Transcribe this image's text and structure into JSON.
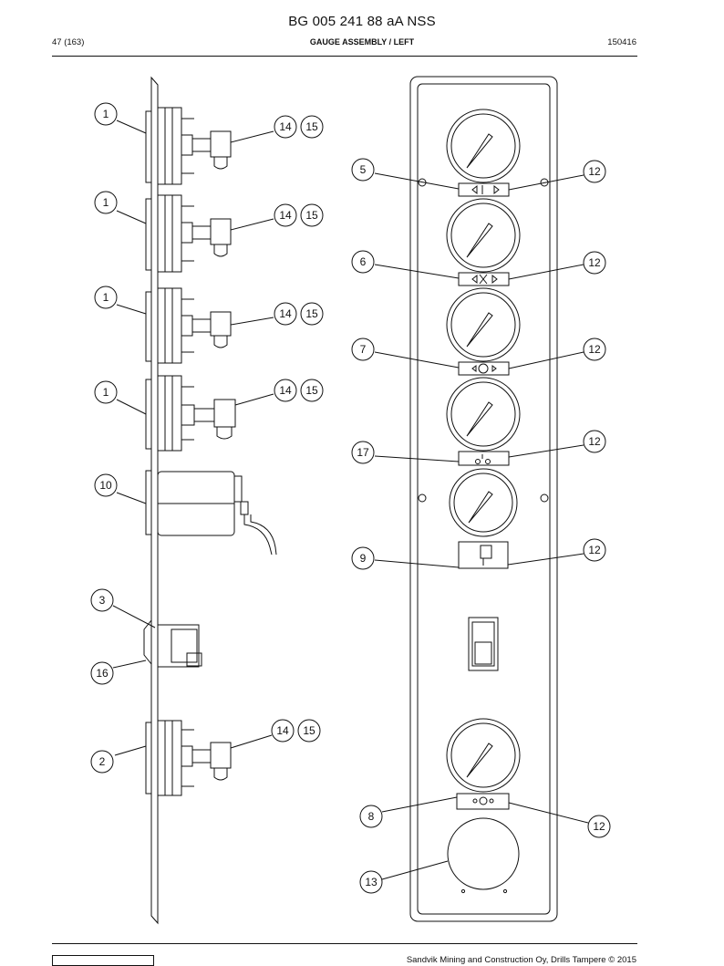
{
  "document": {
    "title": "BG 005 241 88 aA NSS",
    "page": "47 (163)",
    "section": "GAUGE ASSEMBLY / LEFT",
    "date_code": "150416"
  },
  "footer": {
    "copyright": "Sandvik Mining and Construction Oy, Drills Tampere © 2015"
  },
  "callouts": {
    "side_view": [
      "1",
      "14",
      "15",
      "1",
      "14",
      "15",
      "1",
      "14",
      "15",
      "1",
      "14",
      "15",
      "10",
      "3",
      "16",
      "2",
      "14",
      "15"
    ],
    "front_view": [
      "5",
      "12",
      "6",
      "12",
      "7",
      "12",
      "17",
      "12",
      "9",
      "12",
      "8",
      "12",
      "13"
    ]
  },
  "colors": {
    "line": "#111111",
    "panel": "#ffffff"
  }
}
